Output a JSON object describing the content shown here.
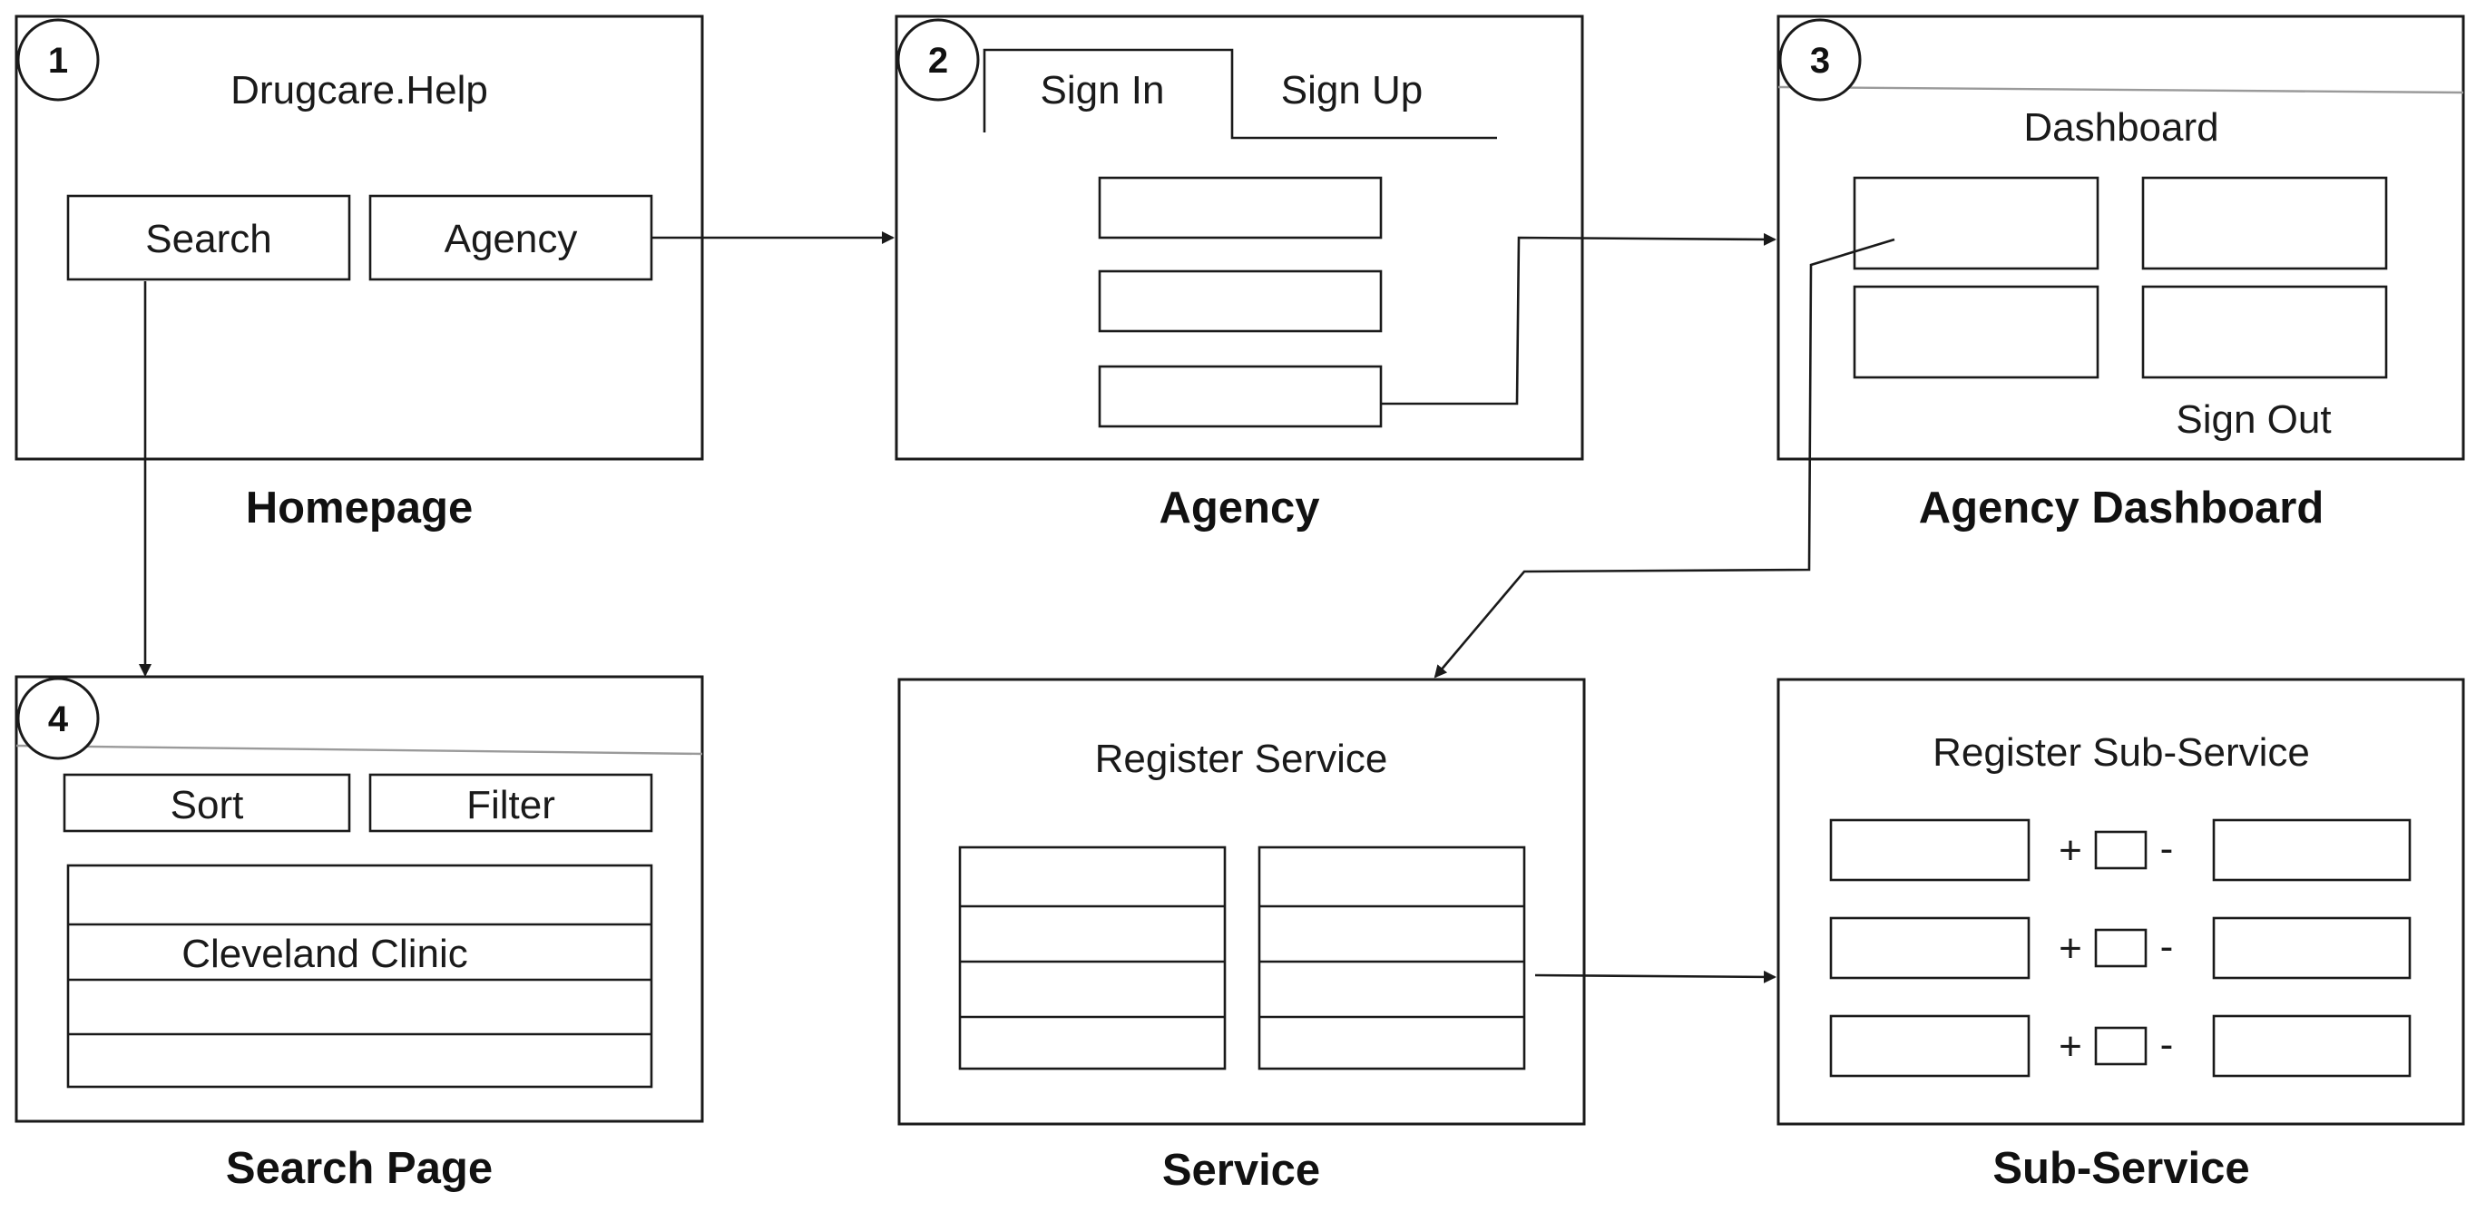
{
  "homepage": {
    "step": "1",
    "title": "Drugcare.Help",
    "search_button": "Search",
    "agency_button": "Agency",
    "caption": "Homepage"
  },
  "agency": {
    "step": "2",
    "tab_signin": "Sign In",
    "tab_signup": "Sign Up",
    "caption": "Agency"
  },
  "dashboard": {
    "step": "3",
    "title": "Dashboard",
    "sign_out": "Sign Out",
    "caption": "Agency Dashboard"
  },
  "search_page": {
    "step": "4",
    "sort_button": "Sort",
    "filter_button": "Filter",
    "result_row": "Cleveland Clinic",
    "caption": "Search Page"
  },
  "service": {
    "title": "Register Service",
    "caption": "Service"
  },
  "sub_service": {
    "title": "Register Sub-Service",
    "plus": "+",
    "minus": "-",
    "caption": "Sub-Service"
  }
}
